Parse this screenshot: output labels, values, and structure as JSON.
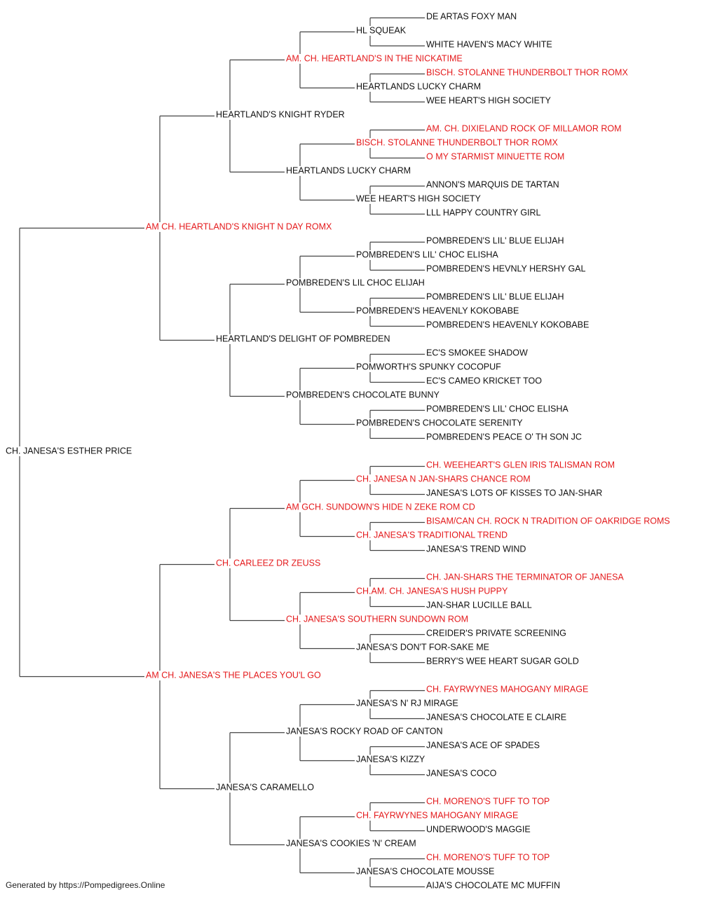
{
  "colors": {
    "titled": "#e41a1c",
    "plain": "#111111",
    "line": "#444444"
  },
  "footer": "Generated by https://Pompedigrees.Online",
  "pedigree": {
    "name": "CH. JANESA'S ESTHER PRICE",
    "titled": false,
    "sire": {
      "name": "AM CH. HEARTLAND'S KNIGHT N DAY ROMX",
      "titled": true,
      "sire": {
        "name": "HEARTLAND'S KNIGHT RYDER",
        "titled": false,
        "sire": {
          "name": "AM. CH. HEARTLAND'S IN THE NICKATIME",
          "titled": true,
          "sire": {
            "name": "HL SQUEAK",
            "titled": false,
            "sire": {
              "name": "DE ARTAS FOXY MAN",
              "titled": false
            },
            "dam": {
              "name": "WHITE HAVEN'S MACY WHITE",
              "titled": false
            }
          },
          "dam": {
            "name": "HEARTLANDS LUCKY CHARM",
            "titled": false,
            "sire": {
              "name": "BISCH. STOLANNE THUNDERBOLT THOR ROMX",
              "titled": true
            },
            "dam": {
              "name": "WEE HEART'S HIGH SOCIETY",
              "titled": false
            }
          }
        },
        "dam": {
          "name": "HEARTLANDS LUCKY CHARM",
          "titled": false,
          "sire": {
            "name": "BISCH. STOLANNE THUNDERBOLT THOR ROMX",
            "titled": true,
            "sire": {
              "name": "AM. CH. DIXIELAND ROCK OF MILLAMOR ROM",
              "titled": true
            },
            "dam": {
              "name": "O MY STARMIST MINUETTE ROM",
              "titled": true
            }
          },
          "dam": {
            "name": "WEE HEART'S HIGH SOCIETY",
            "titled": false,
            "sire": {
              "name": "ANNON'S MARQUIS DE TARTAN",
              "titled": false
            },
            "dam": {
              "name": "LLL HAPPY COUNTRY GIRL",
              "titled": false
            }
          }
        }
      },
      "dam": {
        "name": "HEARTLAND'S DELIGHT OF POMBREDEN",
        "titled": false,
        "sire": {
          "name": "POMBREDEN'S LIL CHOC ELIJAH",
          "titled": false,
          "sire": {
            "name": "POMBREDEN'S LIL' CHOC ELISHA",
            "titled": false,
            "sire": {
              "name": "POMBREDEN'S LIL' BLUE ELIJAH",
              "titled": false
            },
            "dam": {
              "name": "POMBREDEN'S HEVNLY HERSHY GAL",
              "titled": false
            }
          },
          "dam": {
            "name": "POMBREDEN'S HEAVENLY KOKOBABE",
            "titled": false,
            "sire": {
              "name": "POMBREDEN'S LIL' BLUE ELIJAH",
              "titled": false
            },
            "dam": {
              "name": "POMBREDEN'S HEAVENLY KOKOBABE",
              "titled": false
            }
          }
        },
        "dam": {
          "name": "POMBREDEN'S CHOCOLATE BUNNY",
          "titled": false,
          "sire": {
            "name": "POMWORTH'S SPUNKY COCOPUF",
            "titled": false,
            "sire": {
              "name": "EC'S SMOKEE SHADOW",
              "titled": false
            },
            "dam": {
              "name": "EC'S CAMEO KRICKET TOO",
              "titled": false
            }
          },
          "dam": {
            "name": "POMBREDEN'S CHOCOLATE SERENITY",
            "titled": false,
            "sire": {
              "name": "POMBREDEN'S LIL' CHOC ELISHA",
              "titled": false
            },
            "dam": {
              "name": "POMBREDEN'S PEACE O' TH SON JC",
              "titled": false
            }
          }
        }
      }
    },
    "dam": {
      "name": "AM CH. JANESA'S THE PLACES YOU'L GO",
      "titled": true,
      "sire": {
        "name": "CH. CARLEEZ DR ZEUSS",
        "titled": true,
        "sire": {
          "name": "AM GCH. SUNDOWN'S HIDE N ZEKE ROM CD",
          "titled": true,
          "sire": {
            "name": "CH. JANESA N JAN-SHARS CHANCE ROM",
            "titled": true,
            "sire": {
              "name": "CH. WEEHEART'S GLEN IRIS TALISMAN ROM",
              "titled": true
            },
            "dam": {
              "name": "JANESA'S LOTS OF KISSES TO JAN-SHAR",
              "titled": false
            }
          },
          "dam": {
            "name": "CH. JANESA'S TRADITIONAL TREND",
            "titled": true,
            "sire": {
              "name": "BISAM/CAN CH. ROCK N TRADITION OF OAKRIDGE ROMS",
              "titled": true
            },
            "dam": {
              "name": "JANESA'S TREND WIND",
              "titled": false
            }
          }
        },
        "dam": {
          "name": "CH. JANESA'S SOUTHERN SUNDOWN ROM",
          "titled": true,
          "sire": {
            "name": "CH.AM. CH. JANESA'S HUSH PUPPY",
            "titled": true,
            "sire": {
              "name": "CH. JAN-SHARS THE TERMINATOR OF JANESA",
              "titled": true
            },
            "dam": {
              "name": "JAN-SHAR LUCILLE BALL",
              "titled": false
            }
          },
          "dam": {
            "name": "JANESA'S DON'T FOR-SAKE ME",
            "titled": false,
            "sire": {
              "name": "CREIDER'S PRIVATE SCREENING",
              "titled": false
            },
            "dam": {
              "name": "BERRY'S WEE HEART SUGAR GOLD",
              "titled": false
            }
          }
        }
      },
      "dam": {
        "name": "JANESA'S CARAMELLO",
        "titled": false,
        "sire": {
          "name": "JANESA'S ROCKY ROAD OF CANTON",
          "titled": false,
          "sire": {
            "name": "JANESA'S N' RJ MIRAGE",
            "titled": false,
            "sire": {
              "name": "CH. FAYRWYNES MAHOGANY MIRAGE",
              "titled": true
            },
            "dam": {
              "name": "JANESA'S CHOCOLATE E CLAIRE",
              "titled": false
            }
          },
          "dam": {
            "name": "JANESA'S KIZZY",
            "titled": false,
            "sire": {
              "name": "JANESA'S ACE OF SPADES",
              "titled": false
            },
            "dam": {
              "name": "JANESA'S COCO",
              "titled": false
            }
          }
        },
        "dam": {
          "name": "JANESA'S COOKIES 'N' CREAM",
          "titled": false,
          "sire": {
            "name": "CH. FAYRWYNES MAHOGANY MIRAGE",
            "titled": true,
            "sire": {
              "name": "CH. MORENO'S TUFF TO TOP",
              "titled": true
            },
            "dam": {
              "name": "UNDERWOOD'S MAGGIE",
              "titled": false
            }
          },
          "dam": {
            "name": "JANESA'S CHOCOLATE MOUSSE",
            "titled": false,
            "sire": {
              "name": "CH. MORENO'S TUFF TO TOP",
              "titled": true
            },
            "dam": {
              "name": "AIJA'S CHOCOLATE MC MUFFIN",
              "titled": false
            }
          }
        }
      }
    }
  }
}
